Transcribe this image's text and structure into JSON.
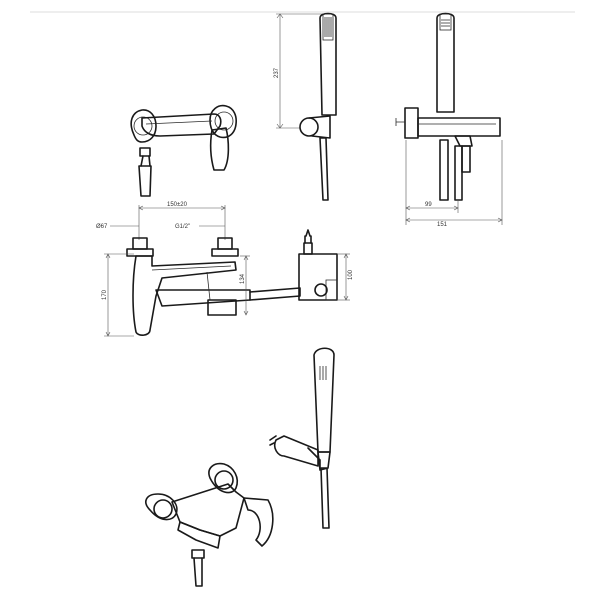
{
  "dimensions": {
    "shower_height": "237",
    "mount_spacing": "150±20",
    "escutcheon_diameter": "Ø67",
    "thread": "G1/2\"",
    "body_height": "170",
    "spout_height": "134",
    "bracket_height": "100",
    "projection_inner": "99",
    "projection_total": "151"
  }
}
